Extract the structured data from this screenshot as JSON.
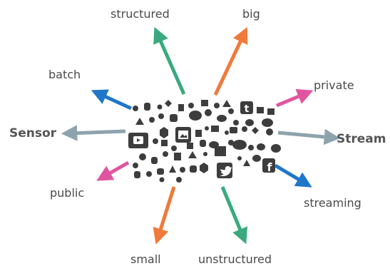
{
  "diagram": {
    "labels": {
      "structured": "structured",
      "big": "big",
      "batch": "batch",
      "private": "private",
      "sensor": "Sensor",
      "stream": "Stream",
      "public": "public",
      "streaming": "streaming",
      "small": "small",
      "unstructured": "unstructured"
    },
    "colors": {
      "green": "#3aaa7e",
      "orange": "#ef7a3a",
      "blue": "#1f77c9",
      "pink": "#e0559f",
      "gray": "#8ea3ad",
      "cluster": "#3d3d3d"
    },
    "cluster_icons": [
      "tumblr-icon",
      "youtube-icon",
      "image-icon",
      "twitter-icon",
      "facebook-icon"
    ]
  }
}
